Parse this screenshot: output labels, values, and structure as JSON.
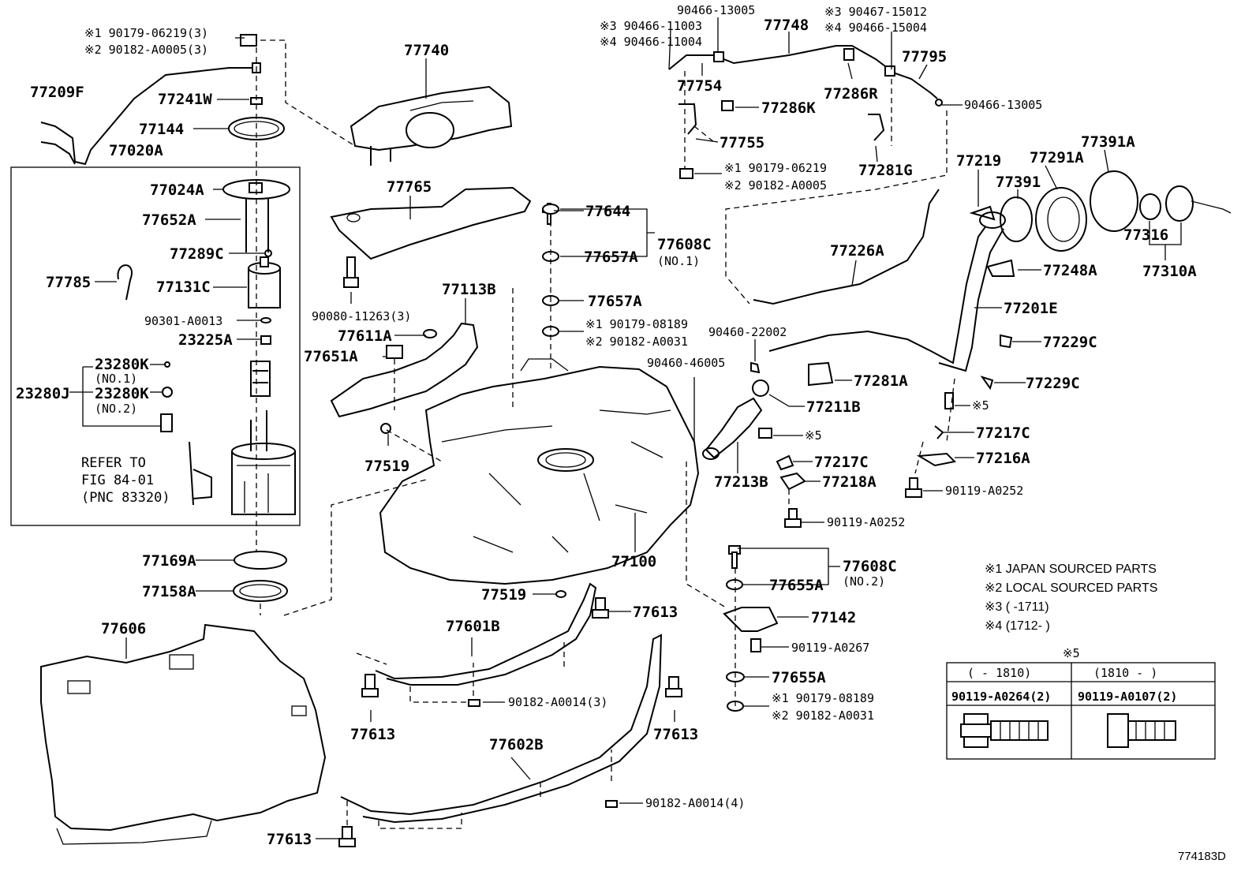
{
  "figure_id": "774183D",
  "labels": {
    "l77209F": "77209F",
    "l77020A": "77020A",
    "l77144": "77144",
    "l77241W": "77241W",
    "l90179_06219_3": "※1 90179-06219(3)",
    "l90182_A0005_3": "※2 90182-A0005(3)",
    "l77740": "77740",
    "l77024A": "77024A",
    "l77652A": "77652A",
    "l77289C": "77289C",
    "l77785": "77785",
    "l77131C": "77131C",
    "l90301": "90301-A0013",
    "l23225A": "23225A",
    "l23280K_1": "23280K",
    "l23280K_2": "23280K",
    "l23280J": "23280J",
    "lno1": "(NO.1)",
    "lno2": "(NO.2)",
    "refer1": "REFER TO",
    "refer2": "FIG 84-01",
    "refer3": "(PNC 83320)",
    "l77169A": "77169A",
    "l77158A": "77158A",
    "l77606": "77606",
    "l77765": "77765",
    "l90080": "90080-11263(3)",
    "l77113B": "77113B",
    "l77611A": "77611A",
    "l77651A": "77651A",
    "l77519a": "77519",
    "l77519b": "77519",
    "l77644": "77644",
    "l77608C_1": "77608C",
    "lno1b": "(NO.1)",
    "l77657A_1": "77657A",
    "l77657A_2": "77657A",
    "l90179_08189": "※1 90179-08189",
    "l90182_A0031": "※2 90182-A0031",
    "l77100": "77100",
    "l77601B": "77601B",
    "l77613a": "77613",
    "l77613b": "77613",
    "l77613c": "77613",
    "l77613d": "77613",
    "l90182_A0014_3": "90182-A0014(3)",
    "l77602B": "77602B",
    "l90182_A0014_4": "90182-A0014(4)",
    "l90466_13005a": "90466-13005",
    "l90466_11003": "※3 90466-11003",
    "l90466_11004": "※4 90466-11004",
    "l77748": "77748",
    "l90467_15012": "※3 90467-15012",
    "l90466_15004": "※4 90466-15004",
    "l77795": "77795",
    "l77754": "77754",
    "l77286K": "77286K",
    "l77286R": "77286R",
    "l90466_13005b": "90466-13005",
    "l77755": "77755",
    "l90179_06219": "※1 90179-06219",
    "l90182_A0005": "※2 90182-A0005",
    "l77281G": "77281G",
    "l77219": "77219",
    "l77291A": "77291A",
    "l77391A": "77391A",
    "l77391": "77391",
    "l77316": "77316",
    "l77310A": "77310A",
    "l77226A": "77226A",
    "l77248A": "77248A",
    "l77201E": "77201E",
    "l90460_22002": "90460-22002",
    "l90460_46005": "90460-46005",
    "l77229C_1": "77229C",
    "l77229C_2": "77229C",
    "l77281A": "77281A",
    "l77211B": "77211B",
    "l77217C_1": "77217C",
    "l77217C_2": "77217C",
    "l77216A": "77216A",
    "l77213B": "77213B",
    "l77218A": "77218A",
    "l90119_A0252a": "90119-A0252",
    "l90119_A0252b": "90119-A0252",
    "lx5a": "※5",
    "lx5b": "※5",
    "l77608C_2": "77608C",
    "lno2b": "(NO.2)",
    "l77655A_1": "77655A",
    "l77655A_2": "77655A",
    "l77142": "77142",
    "l90119_A0267": "90119-A0267",
    "l90179_08189b": "※1 90179-08189",
    "l90182_A0031b": "※2 90182-A0031"
  },
  "legend": {
    "n1": "※1 JAPAN SOURCED PARTS",
    "n2": "※2 LOCAL SOURCED PARTS",
    "n3": "※3 (      -1711)",
    "n4": "※4 (1712-      )"
  },
  "table": {
    "title": "※5",
    "col1_range": "(    - 1810)",
    "col2_range": "(1810 -     )",
    "col1_part": "90119-A0264(2)",
    "col2_part": "90119-A0107(2)"
  }
}
